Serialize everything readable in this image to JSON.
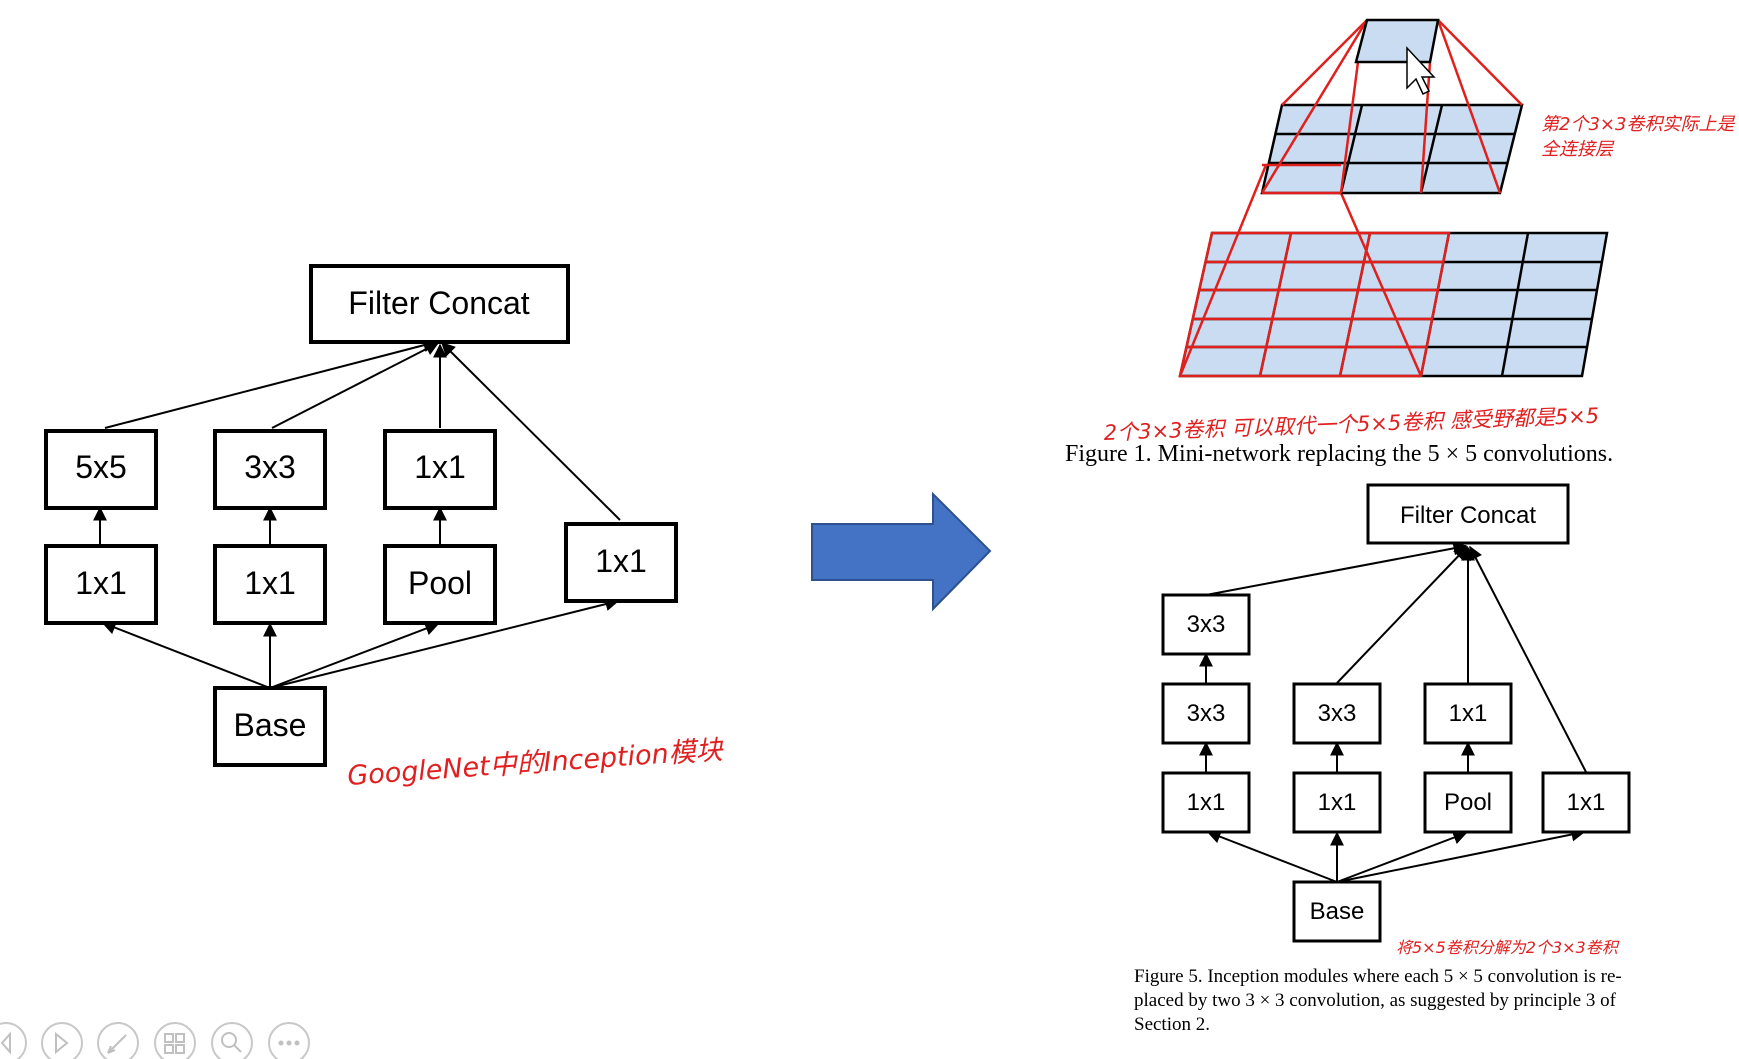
{
  "left_diagram": {
    "top": "Filter Concat",
    "row_top": [
      "5x5",
      "3x3",
      "1x1"
    ],
    "row_mid": [
      "1x1",
      "1x1",
      "Pool"
    ],
    "side": "1x1",
    "base": "Base",
    "note": "GoogleNet中的Inception模块"
  },
  "arrow": {
    "color": "#4472c4"
  },
  "figure1": {
    "caption": "Figure 1. Mini-network replacing the 5 × 5 convolutions.",
    "note_top": "第2个3×3卷积实际上是",
    "note_top2": "全连接层",
    "note_caption": "2个3×3卷积 可以取代一个5×5卷积  感受野都是5×5"
  },
  "right_diagram": {
    "top": "Filter Concat",
    "col1": [
      "3x3",
      "3x3",
      "1x1"
    ],
    "col2": [
      "3x3",
      "1x1"
    ],
    "col3": [
      "1x1",
      "Pool"
    ],
    "col4": [
      "1x1"
    ],
    "base": "Base",
    "note": "将5×5卷积分解为2个3×3卷积"
  },
  "figure5": {
    "caption_line1": "Figure 5. Inception modules where each 5 × 5 convolution is re-",
    "caption_line2": "placed by two 3 × 3 convolution, as suggested by principle 3 of",
    "caption_line3": "Section 2."
  },
  "colors": {
    "grid_fill": "#c9dcf1",
    "annotation_red": "#e0201c"
  }
}
